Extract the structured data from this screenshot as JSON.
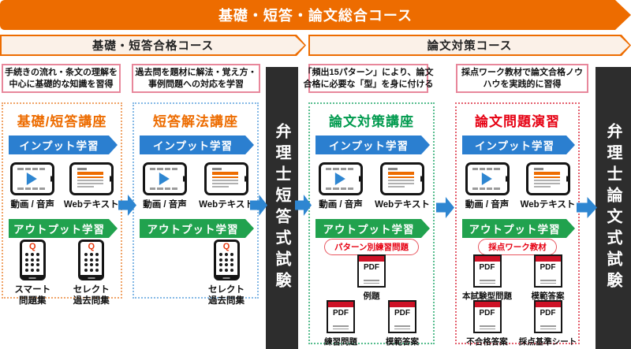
{
  "main_banner": {
    "label": "基礎・短答・論文総合コース"
  },
  "sub_banners": [
    {
      "label": "基礎・短答合格コース"
    },
    {
      "label": "論文対策コース"
    }
  ],
  "descriptions": [
    {
      "line1": "手続きの流れ・条文の理解を",
      "line2": "中心に基礎的な知識を習得"
    },
    {
      "line1": "過去問を題材に解法・覚え方・",
      "line2": "事例問題への対応を学習"
    },
    {
      "line1": "「頻出15パターン」により、論文",
      "line2": "合格に必要な「型」を身に付ける"
    },
    {
      "line1": "採点ワーク教材で論文合格ノウ",
      "line2": "ハウを実践的に習得"
    }
  ],
  "courses": [
    {
      "title": "基礎/短答講座",
      "input_label": "インプット学習",
      "output_label": "アウトプット学習",
      "media_items": [
        {
          "label": "動画 / 音声"
        },
        {
          "label": "Webテキスト"
        }
      ],
      "output_items": [
        {
          "line1": "スマート",
          "line2": "問題集"
        },
        {
          "line1": "セレクト",
          "line2": "過去問集"
        }
      ]
    },
    {
      "title": "短答解法講座",
      "input_label": "インプット学習",
      "output_label": "アウトプット学習",
      "media_items": [
        {
          "label": "動画 / 音声"
        },
        {
          "label": "Webテキスト"
        }
      ],
      "output_items": [
        {
          "line1": "セレクト",
          "line2": "過去問集"
        }
      ]
    },
    {
      "title": "論文対策講座",
      "input_label": "インプット学習",
      "output_label": "アウトプット学習",
      "media_items": [
        {
          "label": "動画 / 音声"
        },
        {
          "label": "Webテキスト"
        }
      ],
      "pill": "パターン別練習問題",
      "pdf_rows": [
        [
          "例題"
        ],
        [
          "練習問題",
          "模範答案"
        ]
      ]
    },
    {
      "title": "論文問題演習",
      "input_label": "インプット学習",
      "output_label": "アウトプット学習",
      "media_items": [
        {
          "label": "動画 / 音声"
        },
        {
          "label": "Webテキスト"
        }
      ],
      "pill": "採点ワーク教材",
      "pdf_rows": [
        [
          "本試験型問題",
          "模範答案"
        ],
        [
          "不合格答案",
          "採点基準シート"
        ]
      ]
    }
  ],
  "exams": [
    {
      "label": "弁理士短答式試験"
    },
    {
      "label": "弁理士論文式試験"
    }
  ],
  "icons": {
    "pdf_text": "PDF",
    "question_mark": "Q"
  },
  "colors": {
    "brand_orange": "#ED6C00",
    "banner_cream": "#FBF1E8",
    "desc_border_pink": "#E8879B",
    "input_blue": "#2B7FD0",
    "output_green": "#21A24E",
    "course3_green": "#009A4E",
    "course4_red": "#E60012",
    "exam_bar_dark": "#2D2D2D",
    "pdf_red": "#CE1126",
    "arrow_blue": "#2E86D1"
  }
}
